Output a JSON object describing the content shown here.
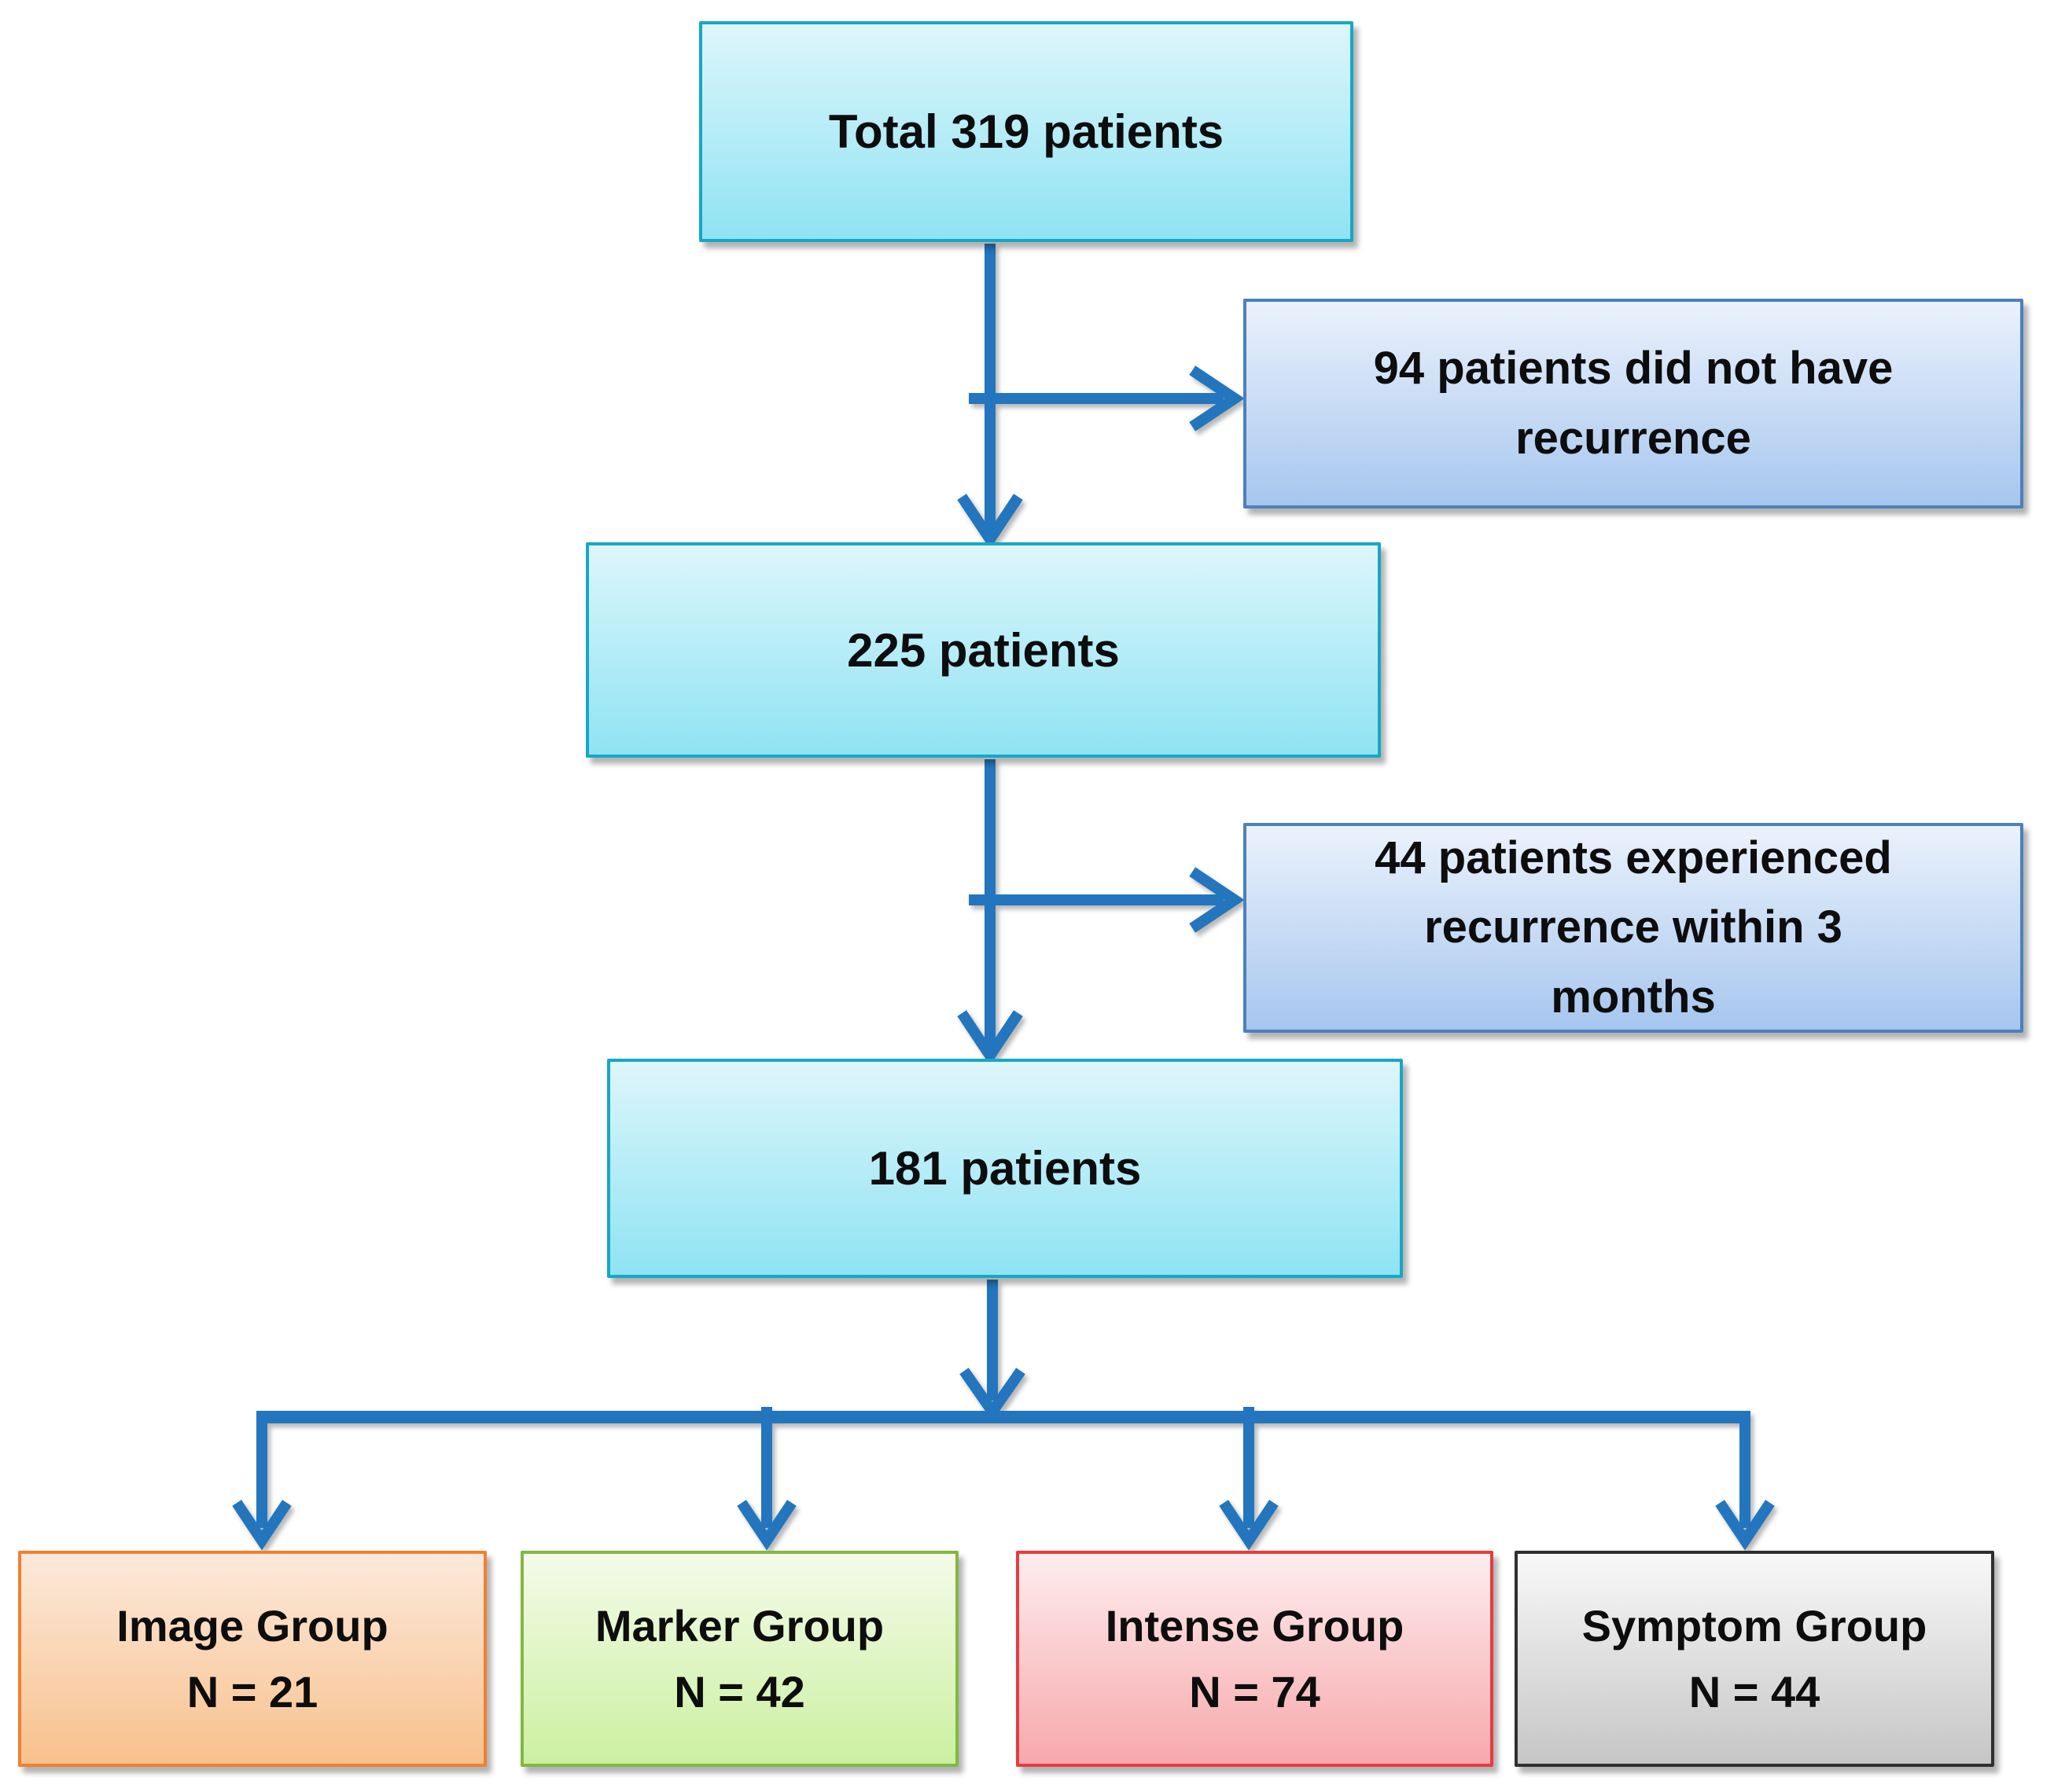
{
  "diagram": {
    "boxes": {
      "total": {
        "label": "Total 319 patients"
      },
      "excluded_no_recurrence": {
        "lines": [
          "94 patients did not have",
          "recurrence"
        ]
      },
      "cohort_225": {
        "label": "225 patients"
      },
      "excluded_early_recurrence": {
        "lines": [
          "44 patients experienced",
          "recurrence within 3",
          "months"
        ]
      },
      "cohort_181": {
        "label": "181 patients"
      },
      "groups": [
        {
          "label": "Image Group",
          "n_label": "N = 21"
        },
        {
          "label": "Marker Group",
          "n_label": "N = 42"
        },
        {
          "label": "Intense Group",
          "n_label": "N = 74"
        },
        {
          "label": "Symptom Group",
          "n_label": "N = 44"
        }
      ]
    },
    "colors": {
      "arrow": "#2376BD",
      "cyan_fill_top": "#DDF6FB",
      "cyan_fill_bottom": "#8FE3F3",
      "cyan_border": "#17A7C5",
      "blue_fill_top": "#EBF2FC",
      "blue_fill_bottom": "#A6C6EE",
      "blue_border": "#4D80BD",
      "orange_fill_top": "#FCE9DA",
      "orange_fill_bottom": "#F8C18D",
      "orange_border": "#F08030",
      "green_fill_top": "#F4FBEA",
      "green_fill_bottom": "#CBF0A0",
      "green_border": "#82B841",
      "red_fill_top": "#FDEDED",
      "red_fill_bottom": "#F7A8AC",
      "red_border": "#E43D40",
      "gray_fill_top": "#F8F8F8",
      "gray_fill_bottom": "#C6C6C6",
      "gray_border": "#2F2F2F",
      "text": "#0D0D0D"
    }
  }
}
